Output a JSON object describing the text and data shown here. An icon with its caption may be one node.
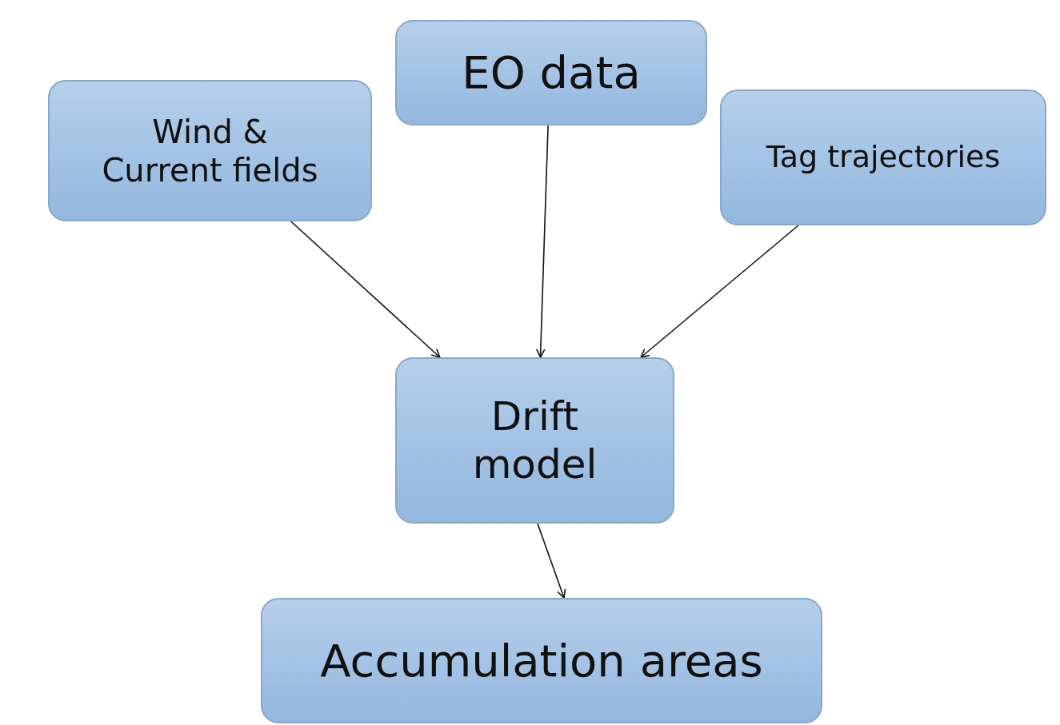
{
  "diagram": {
    "nodes": [
      {
        "text": [
          "Wind & Current fields"
        ]
      },
      {
        "text": [
          "EO data"
        ]
      },
      {
        "text": [
          "Tag trajectories"
        ]
      },
      {
        "text": [
          "Drift model"
        ]
      },
      {
        "text": [
          "Accumulation areas"
        ]
      }
    ],
    "edges": [
      {
        "from": 0,
        "to": 3,
        "arrow": "to"
      },
      {
        "from": 1,
        "to": 3,
        "arrow": "to"
      },
      {
        "from": 2,
        "to": 3,
        "arrow": "to"
      },
      {
        "from": 3,
        "to": 4,
        "arrow": "to"
      }
    ]
  }
}
